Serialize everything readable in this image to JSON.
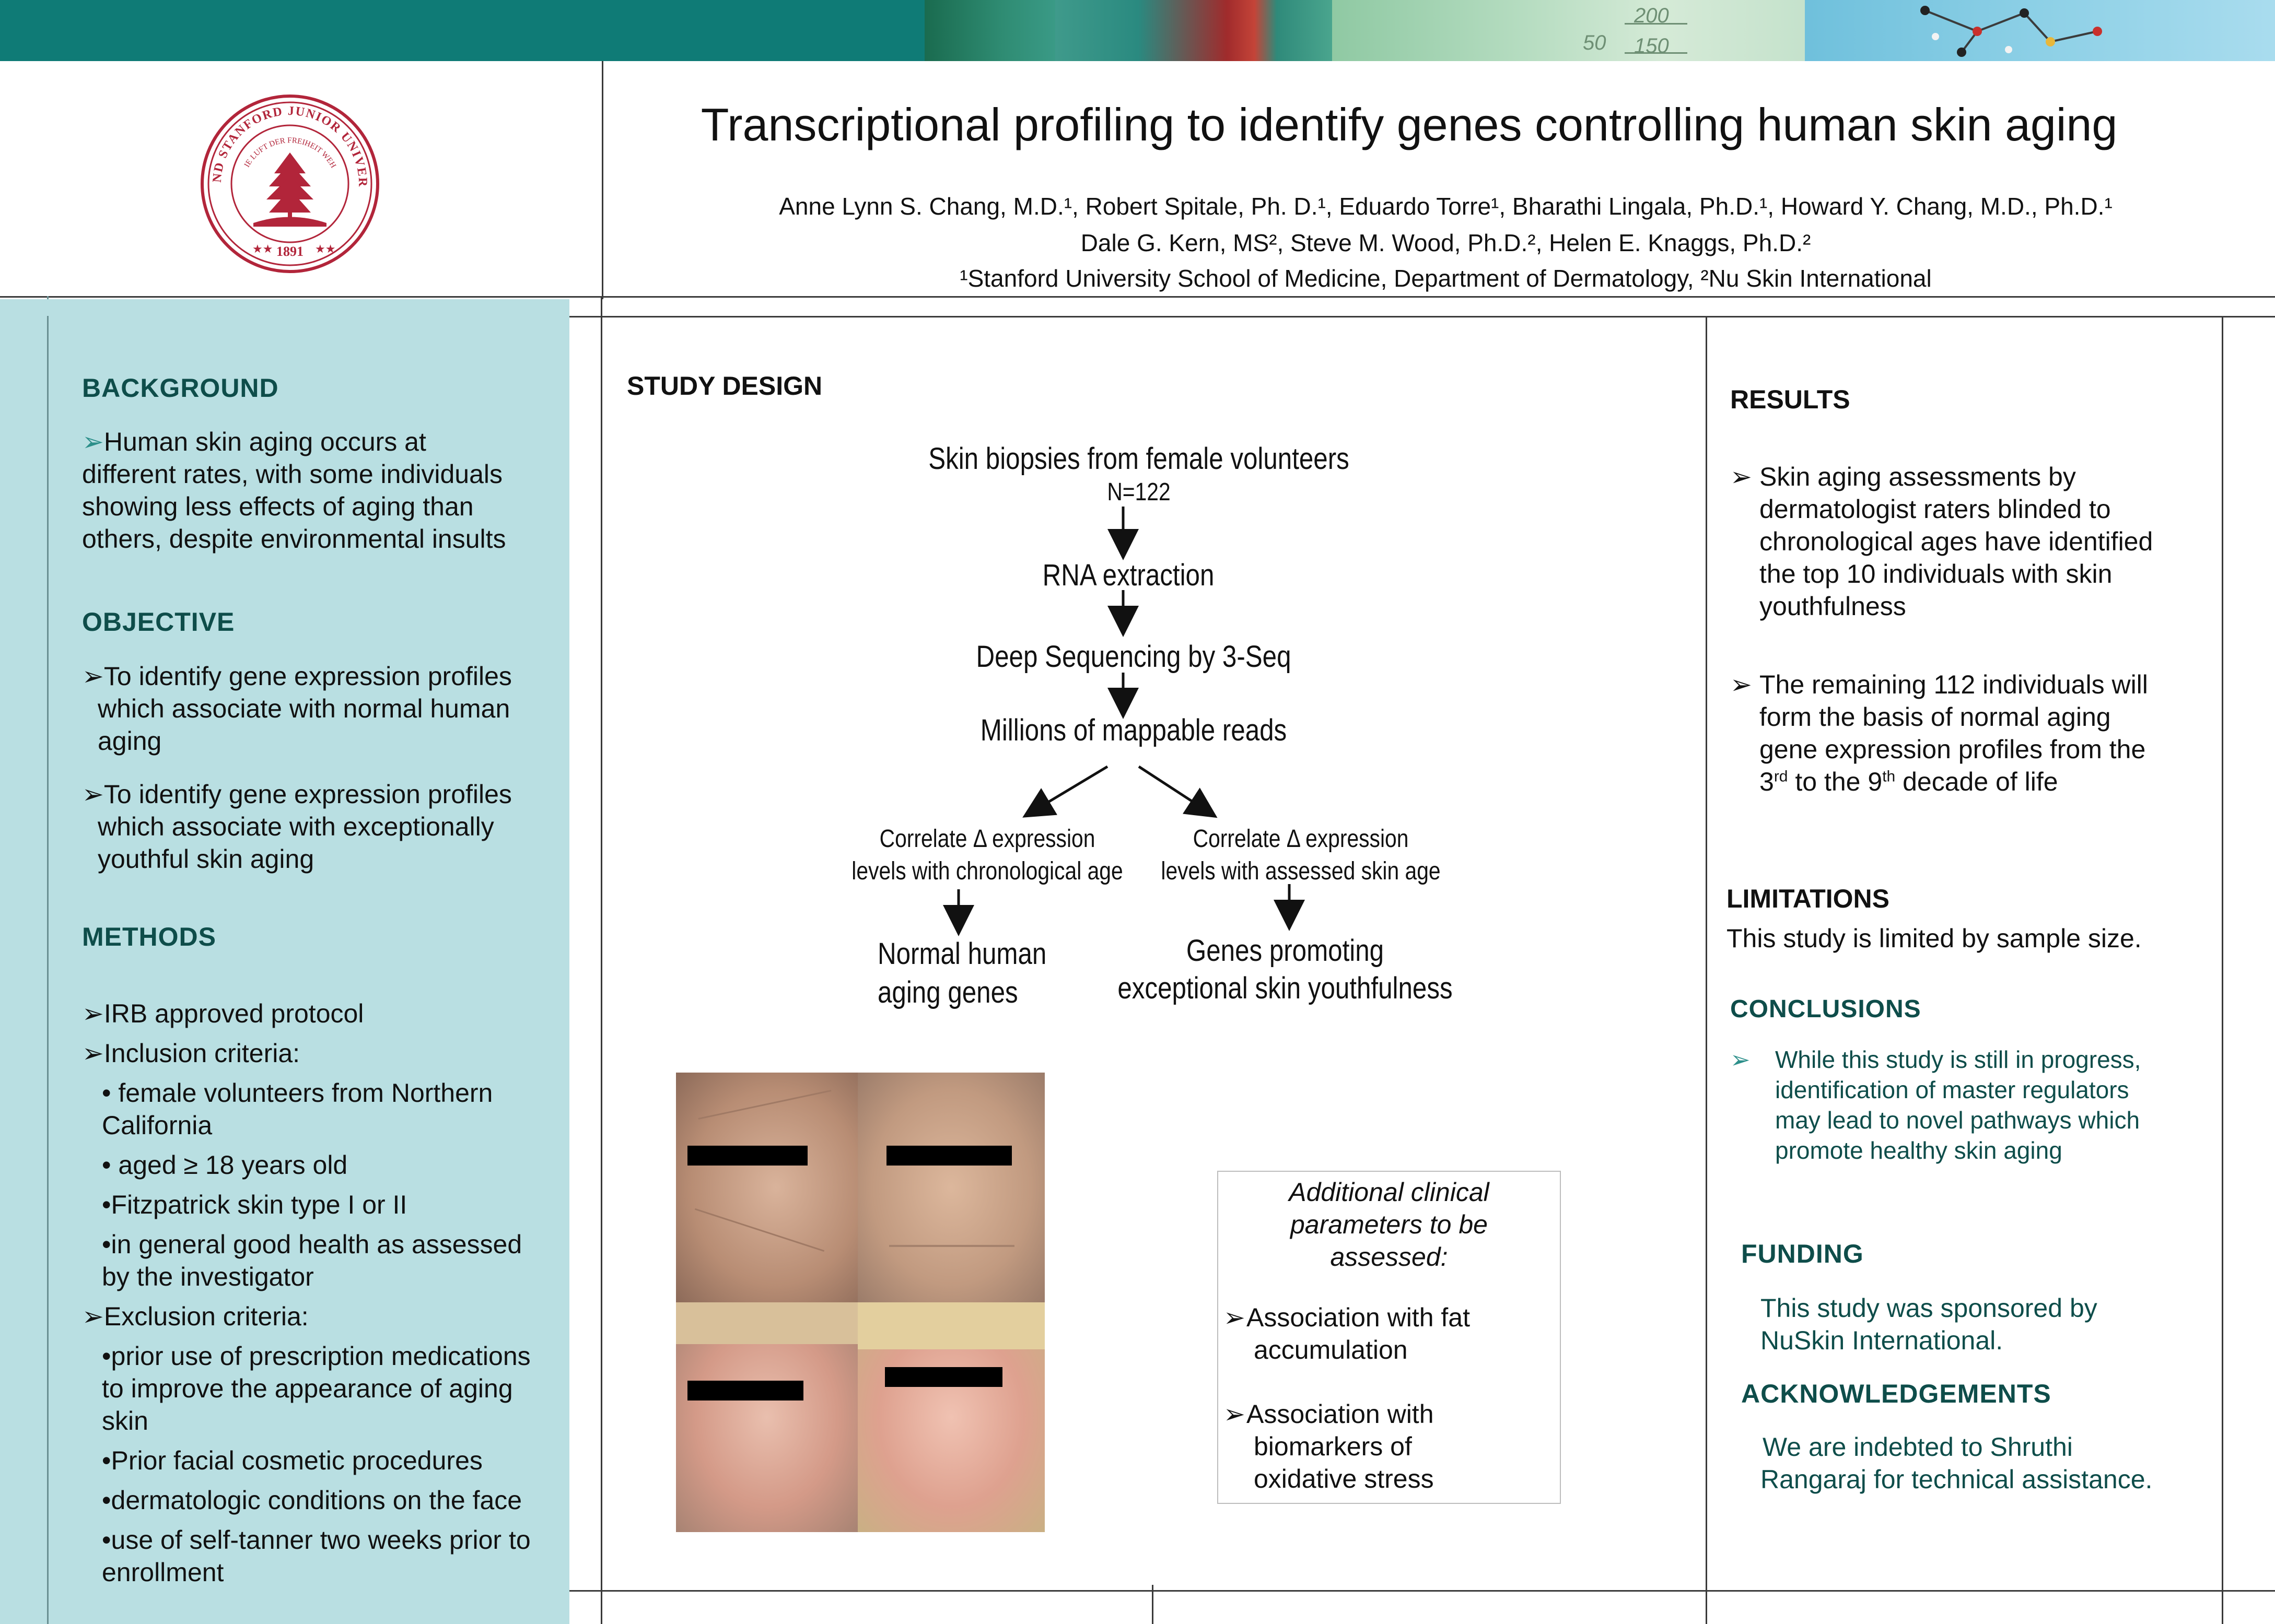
{
  "banner": {
    "scale_a": "200",
    "scale_b1": "200",
    "scale_b2": "150",
    "scale_b3": "50"
  },
  "header": {
    "title": "Transcriptional profiling to identify genes controlling human skin aging",
    "authors_line1": "Anne Lynn S. Chang, M.D.¹,  Robert Spitale, Ph. D.¹, Eduardo Torre¹,  Bharathi Lingala, Ph.D.¹, Howard Y. Chang, M.D., Ph.D.¹",
    "authors_line2": "Dale G. Kern, MS², Steve M. Wood, Ph.D.², Helen E. Knaggs, Ph.D.²",
    "affiliations": "¹Stanford University School of Medicine, Department of Dermatology, ²Nu Skin International",
    "seal": {
      "ring_text": "LELAND STANFORD JUNIOR UNIVERSITY",
      "motto": "DIE LUFT DER FREIHEIT WEHT",
      "year": "1891"
    }
  },
  "background": {
    "heading": "BACKGROUND",
    "lines": [
      "Human skin aging occurs at",
      "different rates, with some individuals",
      "showing less effects of aging than",
      "others, despite environmental insults"
    ]
  },
  "objective": {
    "heading": "OBJECTIVE",
    "item1": [
      "To identify gene expression profiles",
      "which associate with normal human",
      "aging"
    ],
    "item2": [
      "To identify gene expression profiles",
      "which associate with exceptionally",
      "youthful skin aging"
    ]
  },
  "methods": {
    "heading": "METHODS",
    "irb": "IRB approved protocol",
    "inclusion": "Inclusion criteria:",
    "inc1": [
      "• female volunteers from Northern",
      "California"
    ],
    "inc2": "• aged ≥ 18 years old",
    "inc3": "•Fitzpatrick skin type I or II",
    "inc4": [
      "•in general good health as assessed",
      "by the investigator"
    ],
    "exclusion": "Exclusion criteria:",
    "exc1": [
      "•prior use of prescription medications",
      "to improve the appearance of aging",
      "skin"
    ],
    "exc2": "•Prior facial cosmetic procedures",
    "exc3": "•dermatologic conditions on the face",
    "exc4": [
      "•use of self-tanner two weeks prior to",
      "enrollment"
    ]
  },
  "study_design": {
    "heading": "STUDY DESIGN",
    "step1": "Skin biopsies from female volunteers",
    "step1_n": "N=122",
    "step2": "RNA extraction",
    "step3": "Deep Sequencing by 3-Seq",
    "step4": "Millions of mappable reads",
    "left_branch": [
      "Correlate Δ expression",
      "levels with chronological age"
    ],
    "right_branch": [
      "Correlate Δ expression",
      "levels with assessed skin age"
    ],
    "left_result": [
      "Normal human",
      "aging genes"
    ],
    "right_result": [
      "Genes promoting",
      "exceptional skin youthfulness"
    ]
  },
  "additional": {
    "title": [
      "Additional clinical",
      "parameters to be",
      "assessed:"
    ],
    "item1": [
      "Association with fat",
      "accumulation"
    ],
    "item2": [
      "Association with",
      "biomarkers of",
      "oxidative stress"
    ]
  },
  "results": {
    "heading": "RESULTS",
    "item1": [
      "Skin aging assessments by",
      "dermatologist raters blinded to",
      "chronological ages have identified",
      "the top 10 individuals with skin",
      "youthfulness"
    ],
    "item2": [
      "The remaining 112 individuals will",
      "form the basis of normal aging",
      "gene expression profiles from the"
    ],
    "item2_last": {
      "a": "3",
      "b": "rd",
      "c": " to the 9",
      "d": "th",
      "e": " decade of life"
    }
  },
  "limitations": {
    "heading": "LIMITATIONS",
    "text": "This study is limited by sample size."
  },
  "conclusions": {
    "heading": "CONCLUSIONS",
    "lines": [
      "While this study is still in progress,",
      "identification of master regulators",
      "may lead to novel pathways which",
      "promote healthy skin aging"
    ]
  },
  "funding": {
    "heading": "FUNDING",
    "lines": [
      "This study was sponsored by",
      "NuSkin International."
    ]
  },
  "acknowledgements": {
    "heading": "ACKNOWLEDGEMENTS",
    "lines": [
      "We are indebted to Shruthi",
      "Rangaraj for technical assistance."
    ]
  },
  "colors": {
    "teal_banner": "#0f7b76",
    "sidebar": "#b9dfe2",
    "heading_teal": "#0e4d4a",
    "seal_red": "#b2253a"
  },
  "icons": {
    "bullet": "arrowhead-bullet-icon"
  }
}
